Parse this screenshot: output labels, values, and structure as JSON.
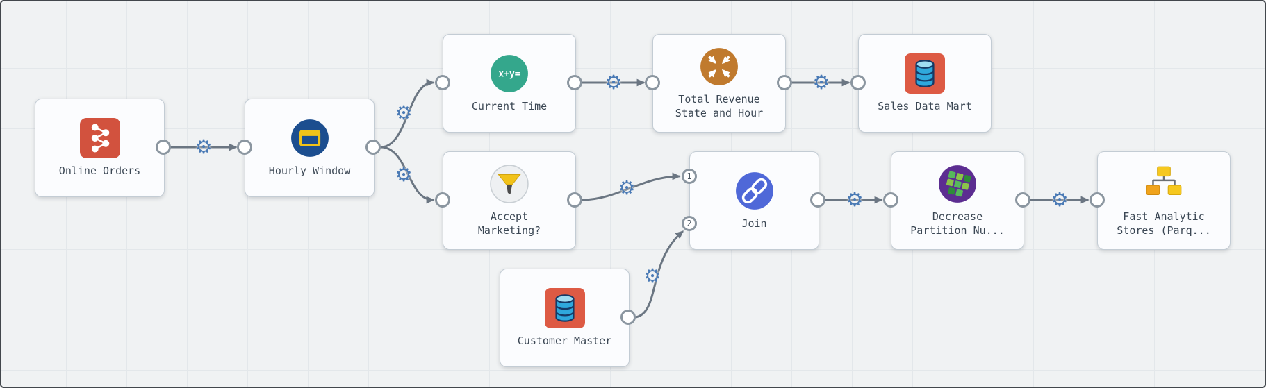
{
  "canvas": {
    "background": "#f0f2f3",
    "grid_color": "#e3e7ea",
    "border_color": "#42474c",
    "edge_color": "#6b7682",
    "gear_color": "#4a7ab5"
  },
  "icons": {
    "gear": "⚙"
  },
  "nodes": [
    {
      "id": "online-orders",
      "label": "Online Orders",
      "icon": "kafka-origin-icon"
    },
    {
      "id": "hourly-window",
      "label": "Hourly Window",
      "icon": "window-icon"
    },
    {
      "id": "current-time",
      "label": "Current Time",
      "icon": "expression-icon",
      "icon_text": "x+y="
    },
    {
      "id": "total-revenue-state-and-hour",
      "label": "Total Revenue State and Hour",
      "icon": "aggregate-icon"
    },
    {
      "id": "sales-data-mart",
      "label": "Sales Data Mart",
      "icon": "database-icon"
    },
    {
      "id": "accept-marketing",
      "label": "Accept Marketing?",
      "icon": "filter-icon"
    },
    {
      "id": "join",
      "label": "Join",
      "icon": "join-icon",
      "ports": [
        "1",
        "2"
      ]
    },
    {
      "id": "decrease-partition-number",
      "label": "Decrease Partition Nu...",
      "icon": "repartition-icon"
    },
    {
      "id": "fast-analytic-stores",
      "label": "Fast Analytic Stores (Parq...",
      "icon": "sitemap-icon"
    },
    {
      "id": "customer-master",
      "label": "Customer Master",
      "icon": "database-icon"
    }
  ],
  "edges": [
    {
      "from": "online-orders",
      "to": "hourly-window"
    },
    {
      "from": "hourly-window",
      "to": "current-time"
    },
    {
      "from": "hourly-window",
      "to": "accept-marketing"
    },
    {
      "from": "current-time",
      "to": "total-revenue-state-and-hour"
    },
    {
      "from": "total-revenue-state-and-hour",
      "to": "sales-data-mart"
    },
    {
      "from": "accept-marketing",
      "to": "join",
      "to_port": "1"
    },
    {
      "from": "customer-master",
      "to": "join",
      "to_port": "2"
    },
    {
      "from": "join",
      "to": "decrease-partition-number"
    },
    {
      "from": "decrease-partition-number",
      "to": "fast-analytic-stores"
    }
  ]
}
